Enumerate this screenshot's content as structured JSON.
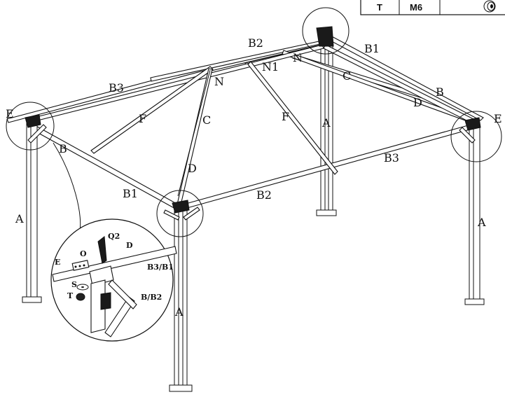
{
  "parts_table": {
    "code": "T",
    "size": "M6",
    "icon": "nut-icon"
  },
  "labels": {
    "A_back_left": "A",
    "A_front": "A",
    "A_back_center": "A",
    "A_right": "A",
    "B_left": "B",
    "B_right": "B",
    "B1_front_left": "B1",
    "B1_back_right": "B1",
    "B2_back": "B2",
    "B2_front": "B2",
    "B3_left": "B3",
    "B3_right": "B3",
    "C_left": "C",
    "C_right": "C",
    "D_left": "D",
    "D_right": "D",
    "E_left": "E",
    "E_right": "E",
    "F_left": "F",
    "F_right": "F",
    "N_left": "N",
    "N_right": "N",
    "N1": "N1"
  },
  "detail": {
    "Q2": "Q2",
    "O": "O",
    "D": "D",
    "E": "E",
    "B3_B1": "B3/B1",
    "S": "S",
    "T": "T",
    "B_B2": "B/B2"
  }
}
